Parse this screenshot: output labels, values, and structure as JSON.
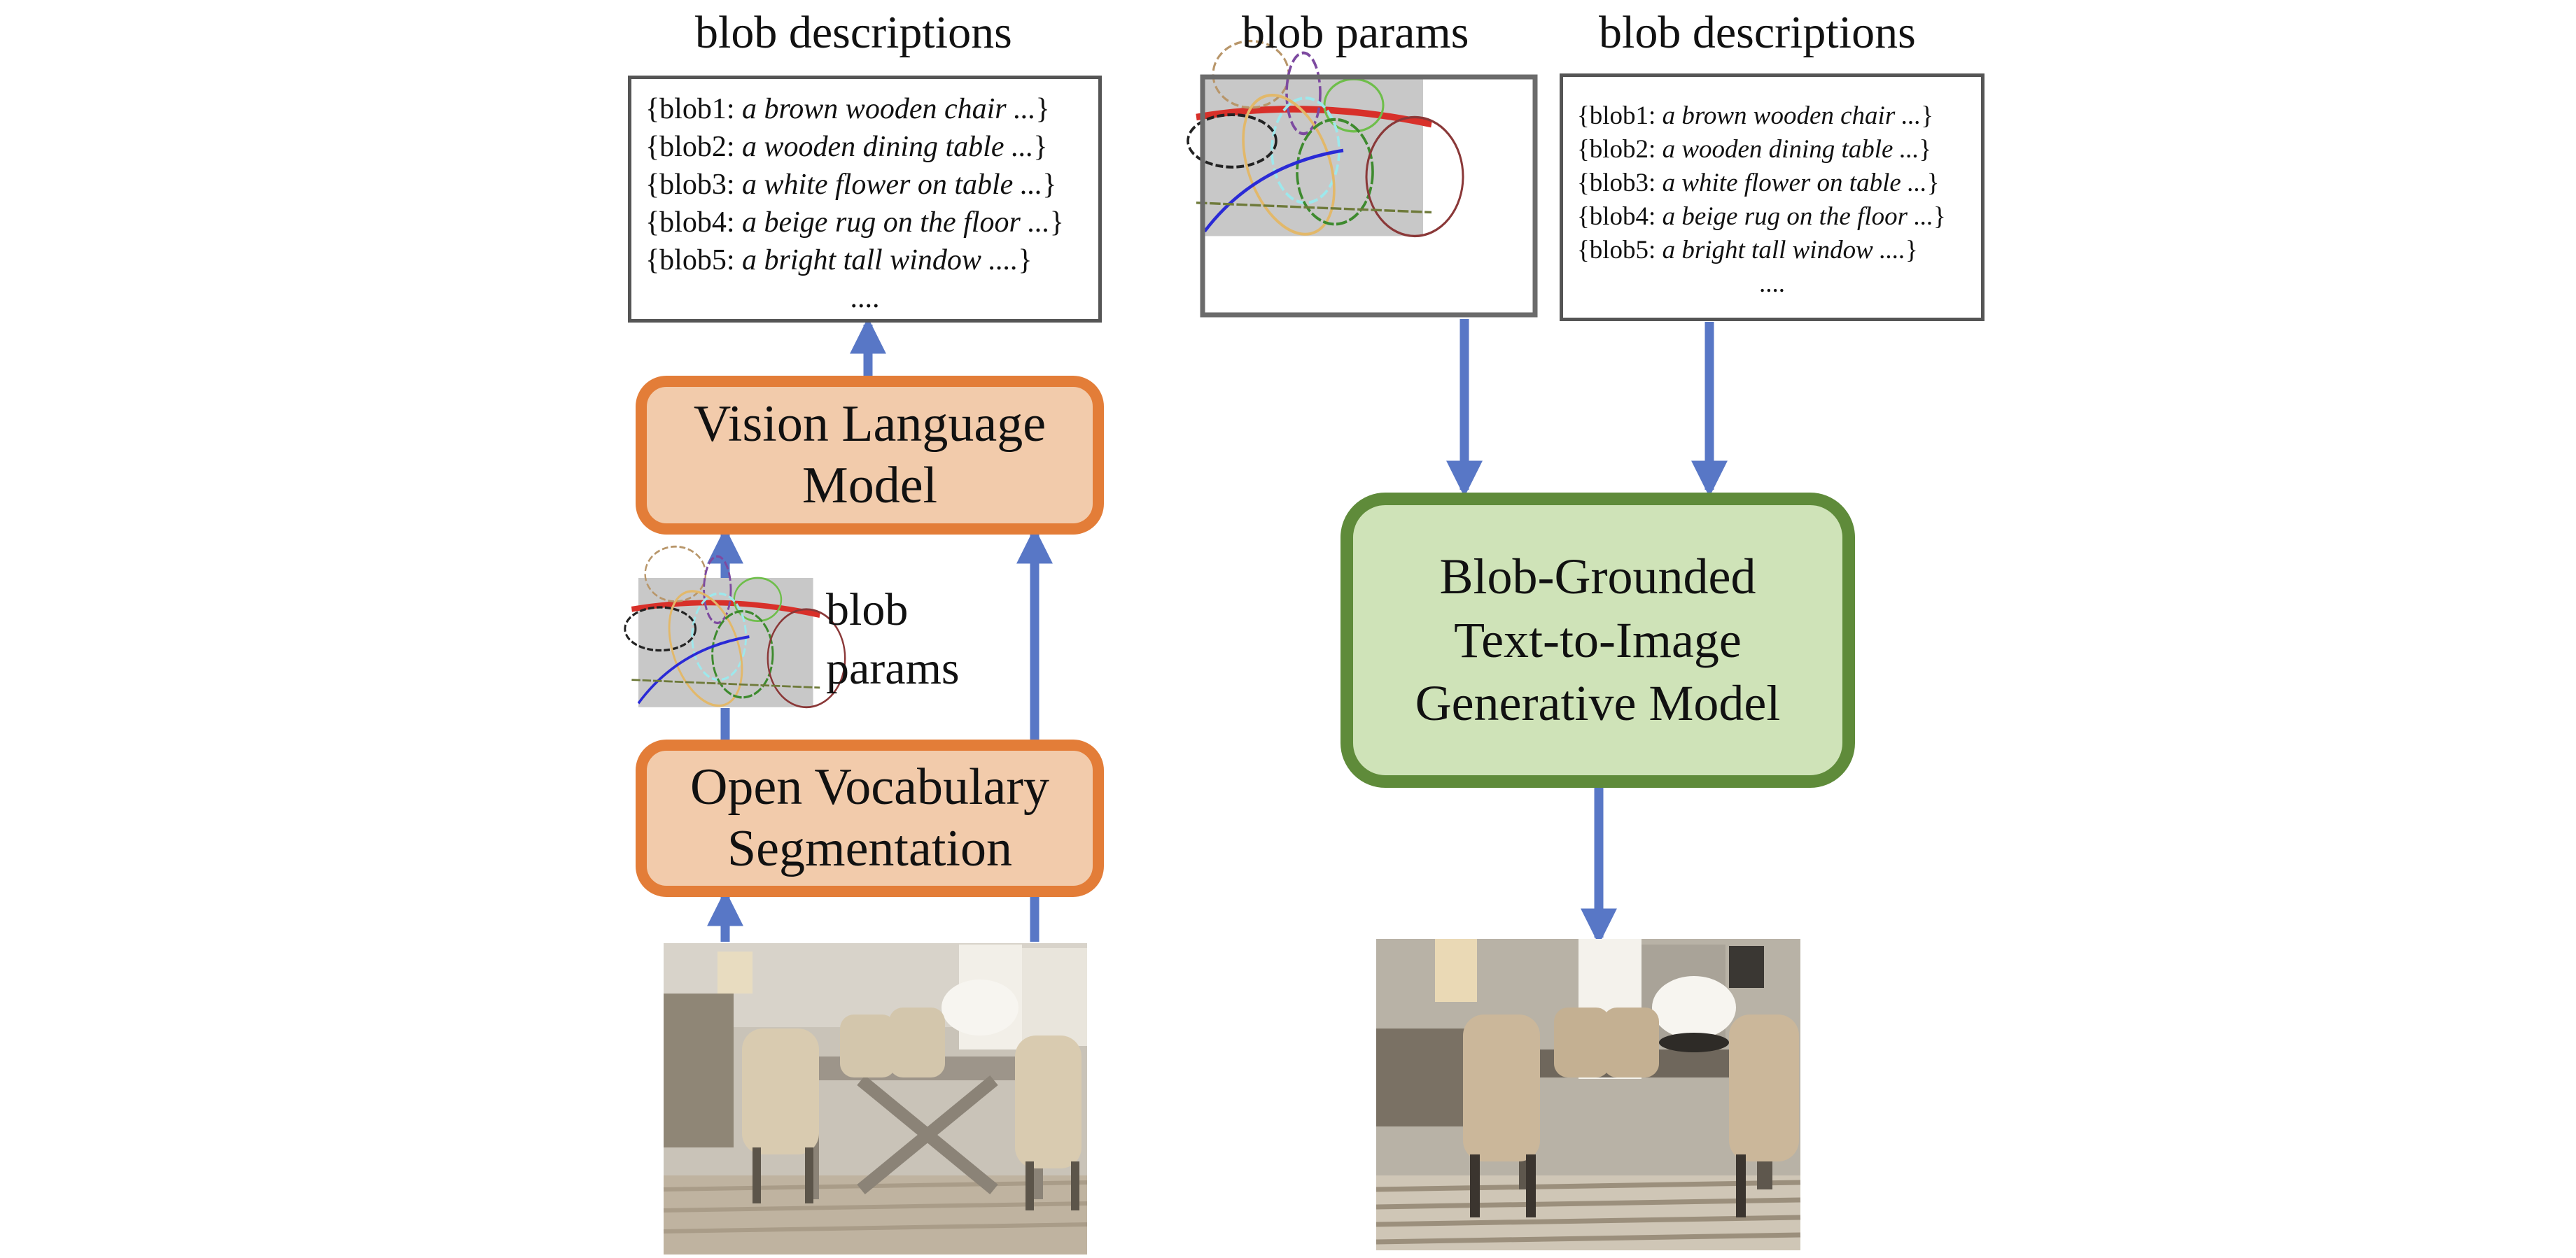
{
  "left": {
    "title": "blob descriptions",
    "descriptions": [
      {
        "key": "{blob1: ",
        "text": "a brown wooden chair ...",
        "close": "}"
      },
      {
        "key": "{blob2: ",
        "text": "a wooden dining table ...",
        "close": "}"
      },
      {
        "key": "{blob3: ",
        "text": "a white flower on table ...",
        "close": "}"
      },
      {
        "key": "{blob4: ",
        "text": "a beige rug on the floor ...",
        "close": "}"
      },
      {
        "key": "{blob5: ",
        "text": "a bright tall window ....",
        "close": "}"
      }
    ],
    "ellipsis": "....",
    "vlm_label": "Vision Language Model",
    "seg_label": "Open Vocabulary Segmentation",
    "params_label": "blob params"
  },
  "right": {
    "params_title": "blob params",
    "desc_title": "blob descriptions",
    "descriptions": [
      {
        "key": "{blob1: ",
        "text": "a brown wooden chair ...",
        "close": "}"
      },
      {
        "key": "{blob2: ",
        "text": "a wooden dining table ...",
        "close": "}"
      },
      {
        "key": "{blob3: ",
        "text": "a white flower on table ...",
        "close": "}"
      },
      {
        "key": "{blob4: ",
        "text": "a beige rug on the floor ...",
        "close": "}"
      },
      {
        "key": "{blob5: ",
        "text": "a bright tall window ....",
        "close": "}"
      }
    ],
    "ellipsis": "....",
    "model_label": "Blob-Grounded Text-to-Image Generative Model"
  },
  "colors": {
    "arrow": "#5877c6",
    "orange_fill": "#f2cbab",
    "orange_border": "#e37d38",
    "green_fill": "#cfe3b8",
    "green_border": "#5f8b3a",
    "blob_bg": "#c8c8c8"
  }
}
